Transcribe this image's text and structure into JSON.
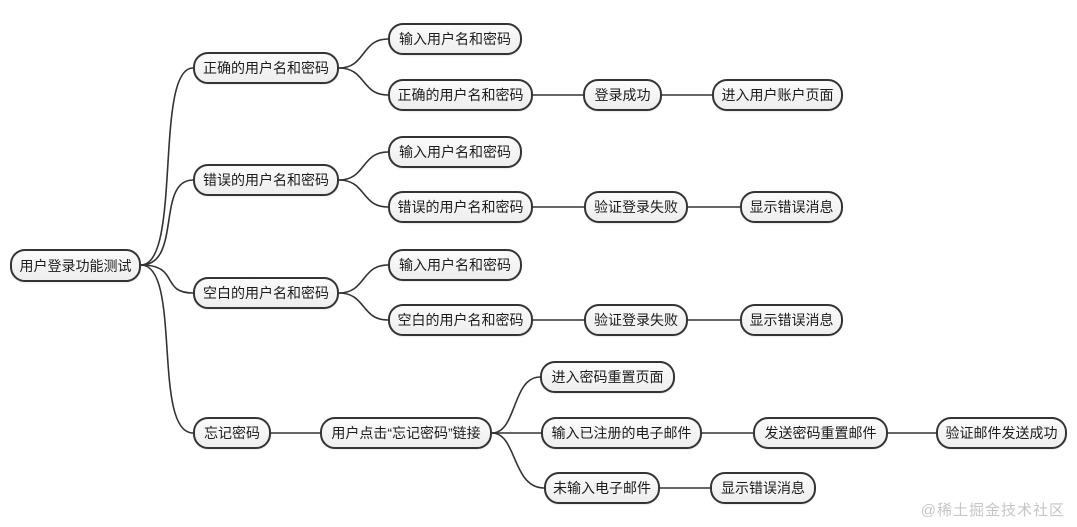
{
  "diagram": {
    "type": "mindmap",
    "title": "用户登录功能测试",
    "box_fill": "#f5f5f5",
    "box_border": "#343434",
    "line_color": "#333333",
    "background": "#ffffff"
  },
  "nodes": {
    "root": {
      "label": "用户登录功能测试"
    },
    "correct_branch": {
      "label": "正确的用户名和密码"
    },
    "correct_input": {
      "label": "输入用户名和密码"
    },
    "correct_case": {
      "label": "正确的用户名和密码"
    },
    "login_success": {
      "label": "登录成功"
    },
    "account_page": {
      "label": "进入用户账户页面"
    },
    "wrong_branch": {
      "label": "错误的用户名和密码"
    },
    "wrong_input": {
      "label": "输入用户名和密码"
    },
    "wrong_case": {
      "label": "错误的用户名和密码"
    },
    "wrong_verify": {
      "label": "验证登录失败"
    },
    "wrong_error": {
      "label": "显示错误消息"
    },
    "blank_branch": {
      "label": "空白的用户名和密码"
    },
    "blank_input": {
      "label": "输入用户名和密码"
    },
    "blank_case": {
      "label": "空白的用户名和密码"
    },
    "blank_verify": {
      "label": "验证登录失败"
    },
    "blank_error": {
      "label": "显示错误消息"
    },
    "forgot_branch": {
      "label": "忘记密码"
    },
    "forgot_click": {
      "label": "用户点击“忘记密码”链接"
    },
    "reset_page": {
      "label": "进入密码重置页面"
    },
    "registered_email": {
      "label": "输入已注册的电子邮件"
    },
    "send_email": {
      "label": "发送密码重置邮件"
    },
    "verify_sent": {
      "label": "验证邮件发送成功"
    },
    "no_email": {
      "label": "未输入电子邮件"
    },
    "no_email_error": {
      "label": "显示错误消息"
    }
  },
  "edges": [
    {
      "from": "root",
      "to": "correct_branch"
    },
    {
      "from": "root",
      "to": "wrong_branch"
    },
    {
      "from": "root",
      "to": "blank_branch"
    },
    {
      "from": "root",
      "to": "forgot_branch"
    },
    {
      "from": "correct_branch",
      "to": "correct_input"
    },
    {
      "from": "correct_branch",
      "to": "correct_case"
    },
    {
      "from": "correct_case",
      "to": "login_success"
    },
    {
      "from": "login_success",
      "to": "account_page"
    },
    {
      "from": "wrong_branch",
      "to": "wrong_input"
    },
    {
      "from": "wrong_branch",
      "to": "wrong_case"
    },
    {
      "from": "wrong_case",
      "to": "wrong_verify"
    },
    {
      "from": "wrong_verify",
      "to": "wrong_error"
    },
    {
      "from": "blank_branch",
      "to": "blank_input"
    },
    {
      "from": "blank_branch",
      "to": "blank_case"
    },
    {
      "from": "blank_case",
      "to": "blank_verify"
    },
    {
      "from": "blank_verify",
      "to": "blank_error"
    },
    {
      "from": "forgot_branch",
      "to": "forgot_click"
    },
    {
      "from": "forgot_click",
      "to": "reset_page"
    },
    {
      "from": "forgot_click",
      "to": "registered_email"
    },
    {
      "from": "forgot_click",
      "to": "no_email"
    },
    {
      "from": "registered_email",
      "to": "send_email"
    },
    {
      "from": "send_email",
      "to": "verify_sent"
    },
    {
      "from": "no_email",
      "to": "no_email_error"
    }
  ],
  "watermark": {
    "text": "@稀土掘金技术社区"
  }
}
